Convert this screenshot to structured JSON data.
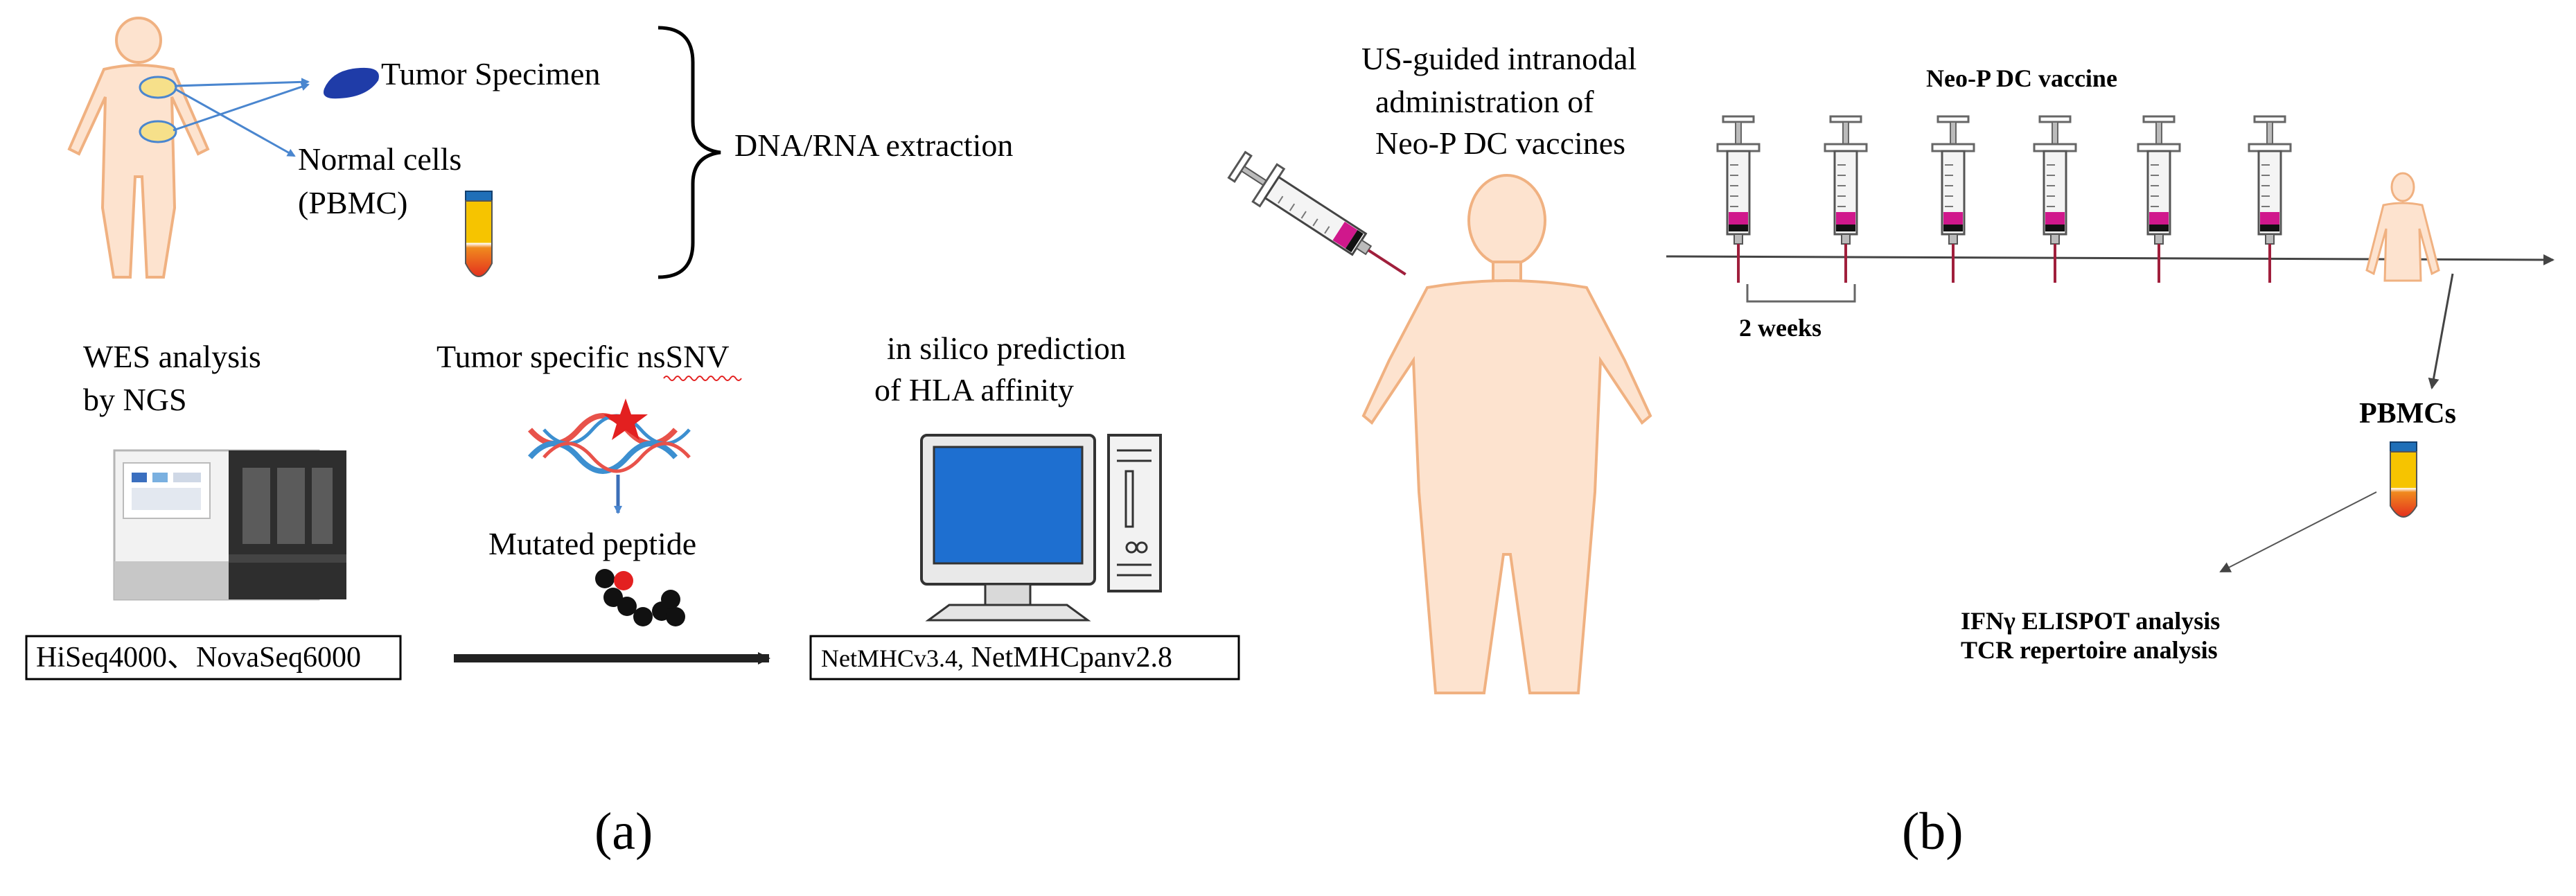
{
  "panel_a": {
    "caption": "(a)",
    "tumor_specimen": "Tumor Specimen",
    "normal_cells_line1": "Normal cells",
    "normal_cells_line2": "(PBMC)",
    "extraction": "DNA/RNA extraction",
    "wes_line1": "WES analysis",
    "wes_line2": "by NGS",
    "tumor_specific": "Tumor specific nsSNV",
    "mutated_peptide": "Mutated peptide",
    "silico_line1": "in silico prediction",
    "silico_line2": "of HLA affinity",
    "sequencers_box": "HiSeq4000、NovaSeq6000",
    "software_box_part1": "NetMHCv3.4,",
    "software_box_part2": " NetMHCpanv2.8"
  },
  "panel_b": {
    "caption": "(b)",
    "admin_line1": "US-guided intranodal",
    "admin_line2": "administration of",
    "admin_line3": "Neo-P DC vaccines",
    "vaccine_title": "Neo-P DC vaccine",
    "interval": "2 weeks",
    "pbmcs": "PBMCs",
    "analysis_line1": "IFNγ ELISPOT analysis",
    "analysis_line2": "TCR repertoire analysis"
  },
  "colors": {
    "skin_fill": "#fde3cf",
    "skin_stroke": "#f0b181",
    "arrow_blue": "#4a86cf",
    "specimen": "#1f3ca8",
    "monitor_screen": "#1e6fd0",
    "dna_red": "#e8524a",
    "dna_blue": "#3c8fd0",
    "syringe_plunger": "#d0188c",
    "needle": "#a01f3c"
  }
}
